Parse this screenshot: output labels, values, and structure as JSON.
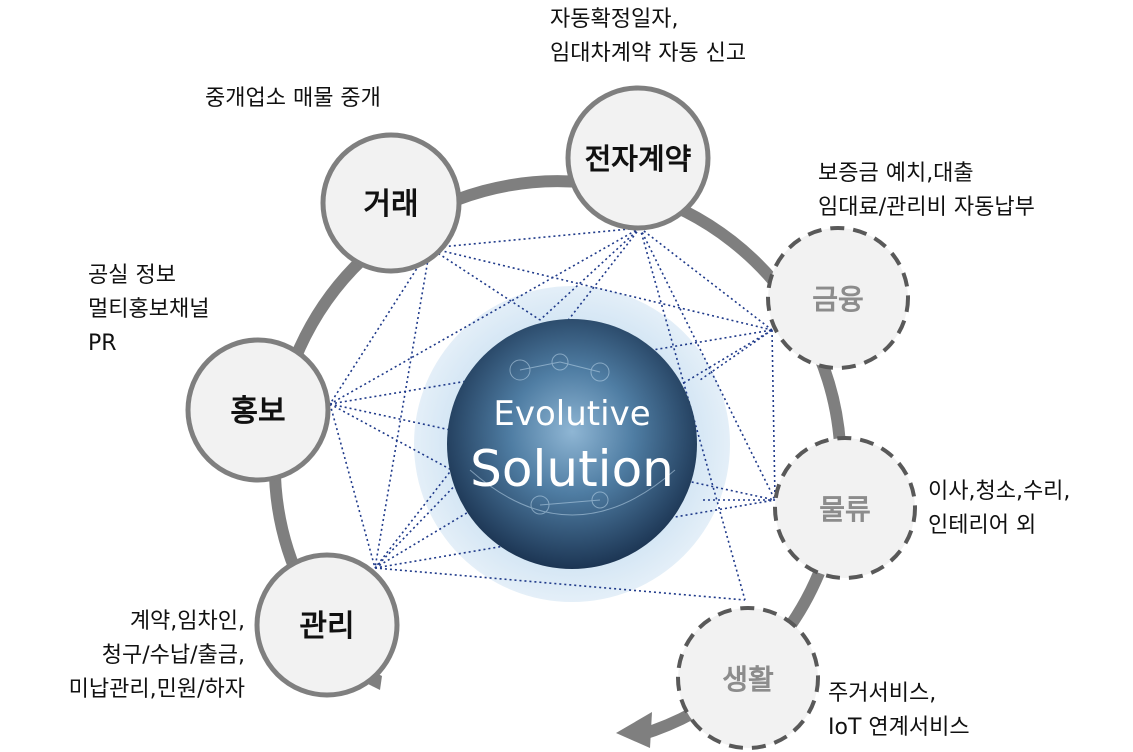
{
  "center": {
    "line1": "Evolutive",
    "line2": "Solution"
  },
  "nodes": {
    "transaction": {
      "label": "거래",
      "desc": [
        "중개업소 매물 중개"
      ]
    },
    "contract": {
      "label": "전자계약",
      "desc": [
        "자동확정일자,",
        "임대차계약 자동 신고"
      ]
    },
    "finance": {
      "label": "금융",
      "desc": [
        "보증금 예치,대출",
        "임대료/관리비 자동납부"
      ]
    },
    "promotion": {
      "label": "홍보",
      "desc": [
        "공실 정보",
        "멀티홍보채널",
        "PR"
      ]
    },
    "logistics": {
      "label": "물류",
      "desc": [
        "이사,청소,수리,",
        "인테리어 외"
      ]
    },
    "management": {
      "label": "관리",
      "desc": [
        "계약,임차인,",
        "청구/수납/출금,",
        "미납관리,민원/하자"
      ]
    },
    "living": {
      "label": "생활",
      "desc": [
        "주거서비스,",
        "IoT 연계서비스"
      ]
    }
  },
  "colors": {
    "ring": "#7f7f7f",
    "solid_node_fill": "#f2f2f2",
    "solid_node_stroke": "#7f7f7f",
    "dashed_node_stroke": "#595959",
    "dashed_label": "#8c8c8c",
    "connector": "#1f3a8a",
    "center_glow": "#cfe3f3",
    "center_dark": "#1e3a5a",
    "center_text": "#ffffff"
  }
}
